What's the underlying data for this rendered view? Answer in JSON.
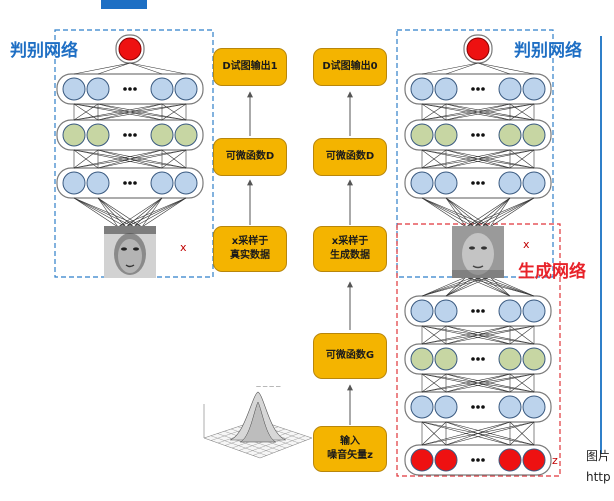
{
  "labels": {
    "discriminator_left": "判别网络",
    "discriminator_right": "判别网络",
    "generator": "生成网络",
    "x_left": "x",
    "x_right": "x",
    "z": "z"
  },
  "flow_left": [
    "D试图输出1",
    "可微函数D",
    "x采样于\n真实数据"
  ],
  "flow_right": [
    "D试图输出0",
    "可微函数D",
    "x采样于\n生成数据",
    "可微函数G",
    "输入\n噪音矢量z"
  ],
  "caption": [
    "图片",
    "http"
  ],
  "colors": {
    "blue_node": "#bcd3ec",
    "green_node": "#c7d6a3",
    "red_node": "#ee1111",
    "flow_box": "#f4b400",
    "disc_border": "#2f7fc9",
    "gen_border": "#e0353a",
    "title_blue": "#1f6fc4",
    "title_red": "#e8232a"
  },
  "icons": [
    "surface-plot-icon",
    "face-image-real",
    "face-image-generated"
  ]
}
